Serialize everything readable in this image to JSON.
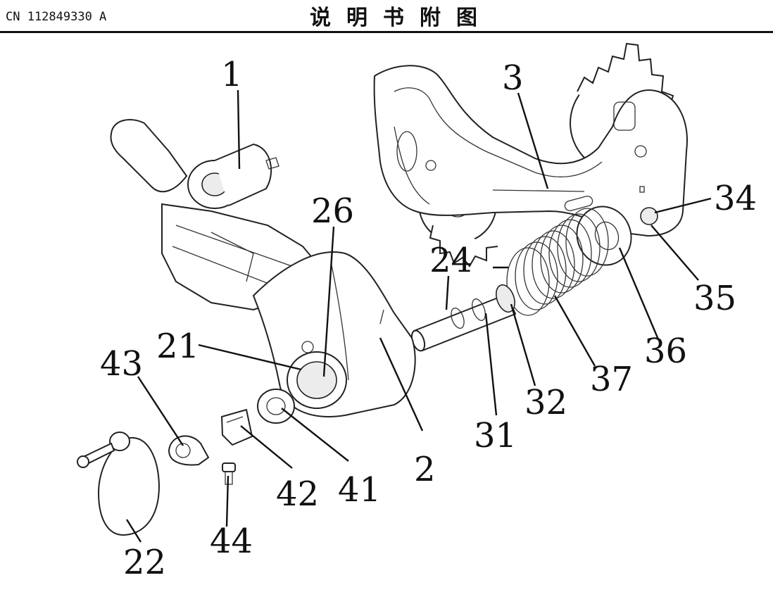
{
  "header": {
    "publication_number": "CN 112849330 A",
    "title": "说明书附图"
  },
  "figure": {
    "part_labels": {
      "p1": "1",
      "p2": "2",
      "p3": "3",
      "p21": "21",
      "p22": "22",
      "p24": "24",
      "p26": "26",
      "p31": "31",
      "p32": "32",
      "p34": "34",
      "p35": "35",
      "p36": "36",
      "p37": "37",
      "p41": "41",
      "p42": "42",
      "p43": "43",
      "p44": "44"
    }
  }
}
